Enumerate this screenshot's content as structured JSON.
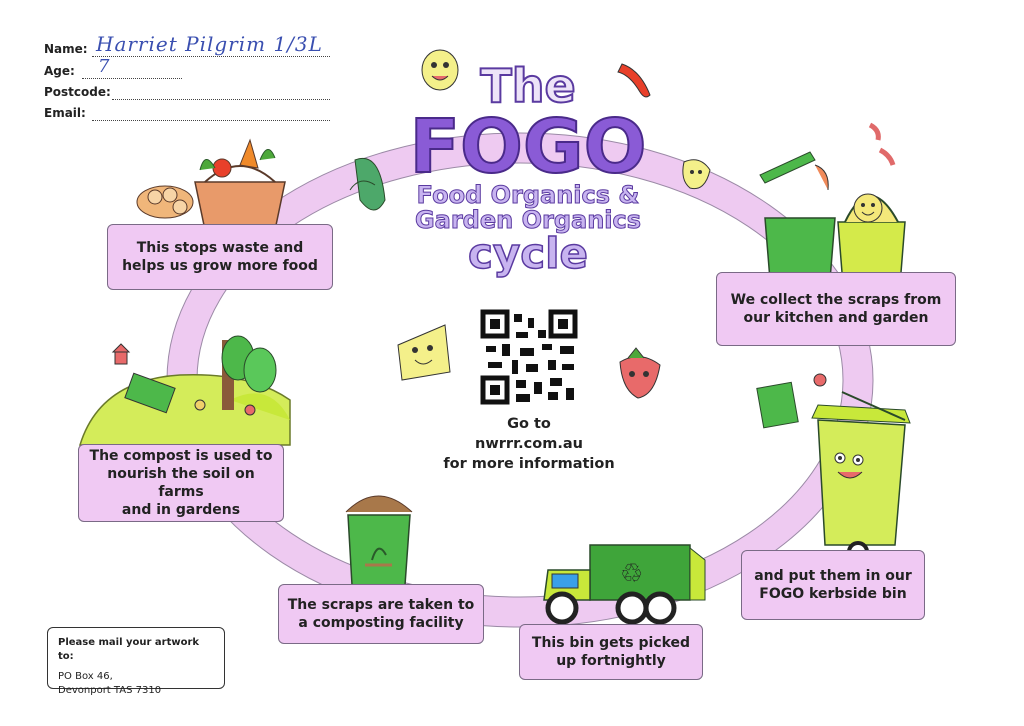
{
  "form": {
    "name_label": "Name:",
    "name_value": "Harriet Pilgrim 1/3L",
    "age_label": "Age:",
    "age_value": "7",
    "postcode_label": "Postcode:",
    "email_label": "Email:"
  },
  "title": {
    "the": "The",
    "fogo": "FOGO",
    "line1": "Food Organics &",
    "line2": "Garden Organics",
    "cycle": "cycle"
  },
  "steps": {
    "collect": [
      "We collect the scraps from",
      "our kitchen and garden"
    ],
    "bin": [
      "and put them in our",
      "FOGO kerbside bin"
    ],
    "pickup": [
      "This bin gets picked",
      "up fortnightly"
    ],
    "compost_facility": [
      "The scraps are taken to",
      "a composting facility"
    ],
    "compost_use": [
      "The compost is used to",
      "nourish the soil on farms",
      "and in gardens"
    ],
    "waste": [
      "This stops waste and",
      "helps us grow more food"
    ]
  },
  "center": {
    "goto": "Go to",
    "url": "nwrrr.com.au",
    "more": "for more information"
  },
  "mail": {
    "title": "Please mail your artwork to:",
    "line1": "PO Box 46,",
    "line2": "Devonport TAS 7310"
  },
  "colors": {
    "cycle_ring": "#eecaf1",
    "title_purple": "#8a5bd6",
    "box_fill": "#f0c9f3",
    "bin_green": "#c8e83a",
    "truck_green": "#3fa53a"
  }
}
